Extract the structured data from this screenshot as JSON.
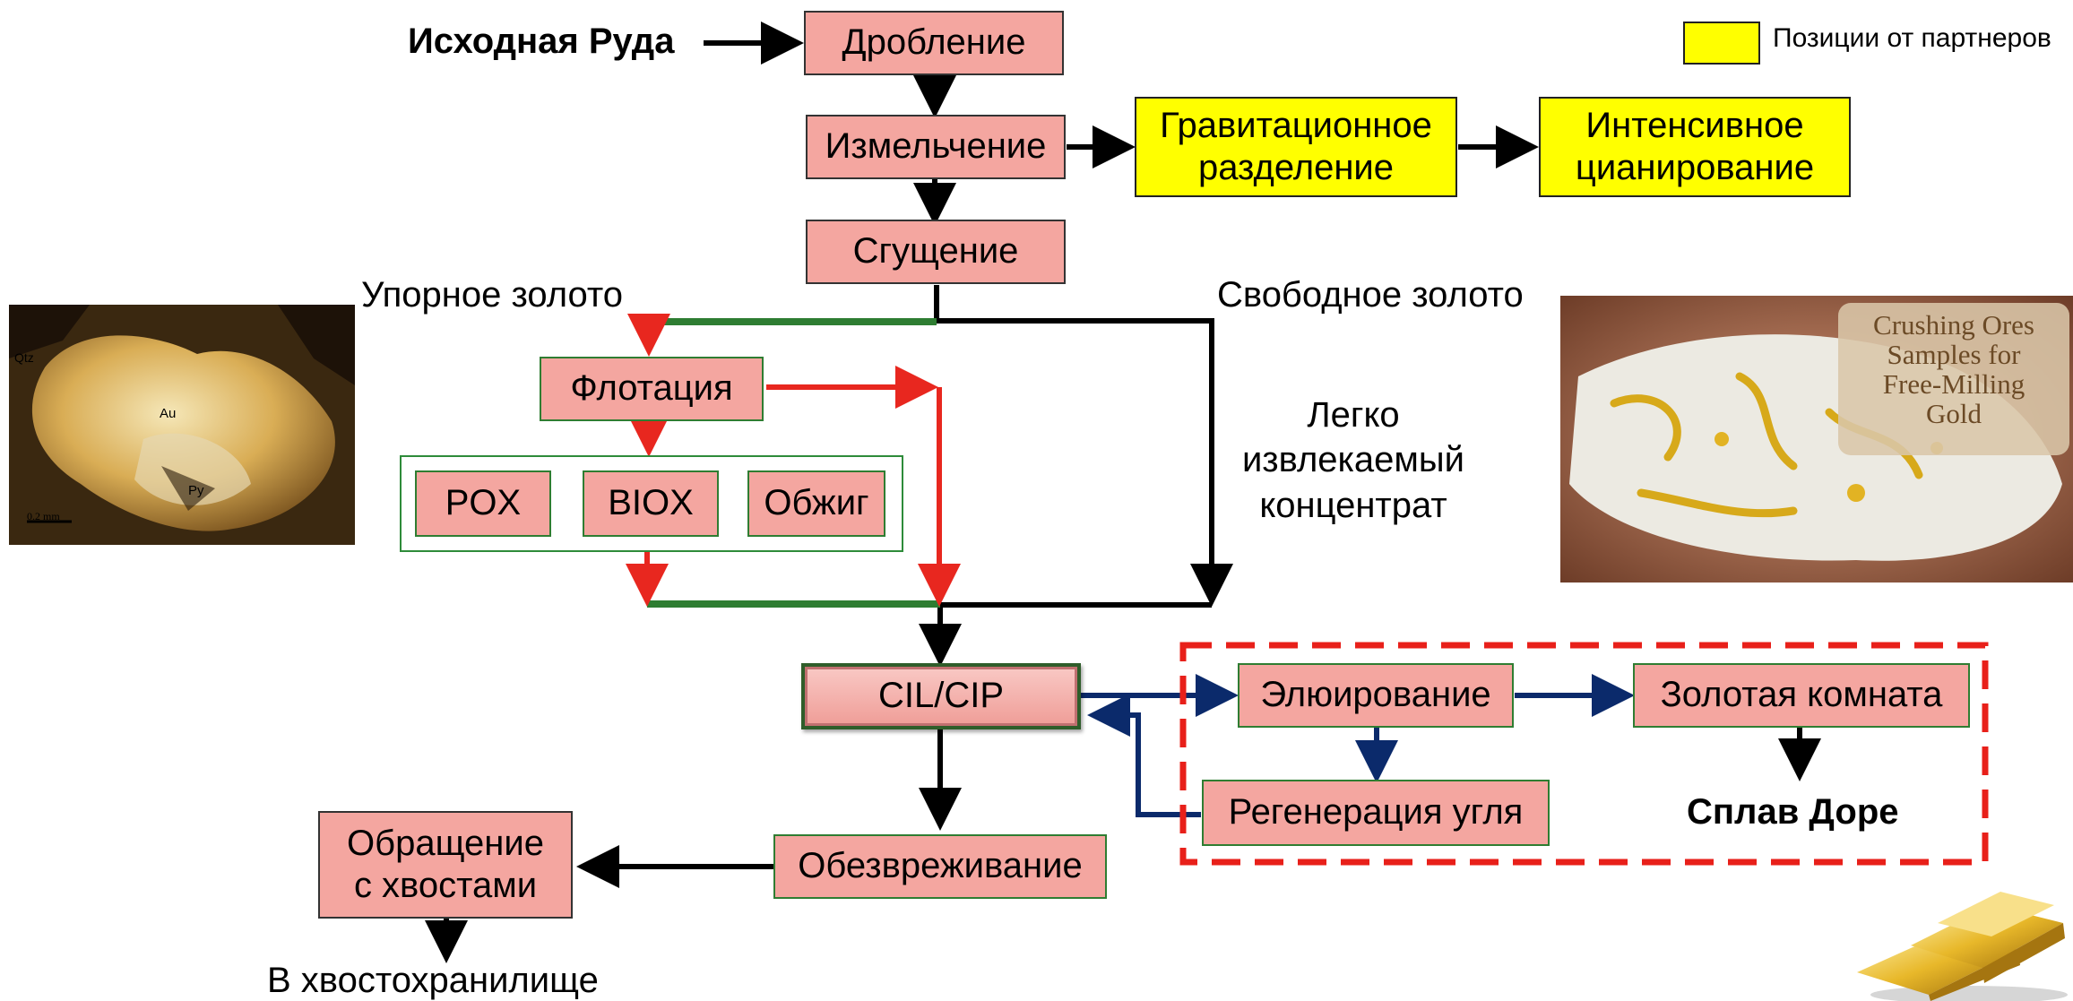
{
  "legend": {
    "label": "Позиции от партнеров",
    "swatch_color": "#ffff00"
  },
  "input": {
    "label": "Исходная Руда"
  },
  "steps": {
    "crushing": "Дробление",
    "grinding": "Измельчение",
    "gravity": "Гравитационное\nразделение",
    "intensive": "Интенсивное\nцианирование",
    "thickening": "Сгущение",
    "flotation": "Флотация",
    "pox": "POX",
    "biox": "BIOX",
    "roasting": "Обжиг",
    "cil": "CIL/CIP",
    "elution": "Элюирование",
    "goldroom": "Золотая комната",
    "regen": "Регенерация угля",
    "detox": "Обезвреживание",
    "tailings": "Обращение\nс хвостами"
  },
  "labels": {
    "refractory": "Упорное золото",
    "free_gold": "Свободное золото",
    "easy_concentrate": "Легко\nизвлекаемый\nконцентрат",
    "dore": "Сплав Доре",
    "to_tsf": "В хвостохранилище"
  },
  "photos": {
    "micro": {
      "labels": [
        "Qtz",
        "Au",
        "Py",
        "0.2 mm"
      ]
    },
    "sample": {
      "caption": "Crushing Ores\nSamples for\nFree-Milling\nGold"
    },
    "bars": {
      "icon": "gold-bars-icon"
    }
  },
  "colors": {
    "pink": "#f4a6a0",
    "yellow": "#ffff00",
    "green_line": "#2e7d32",
    "red_line": "#e8271f",
    "navy_line": "#0b2a6b",
    "black_line": "#000000",
    "dash_red": "#e8201a"
  }
}
